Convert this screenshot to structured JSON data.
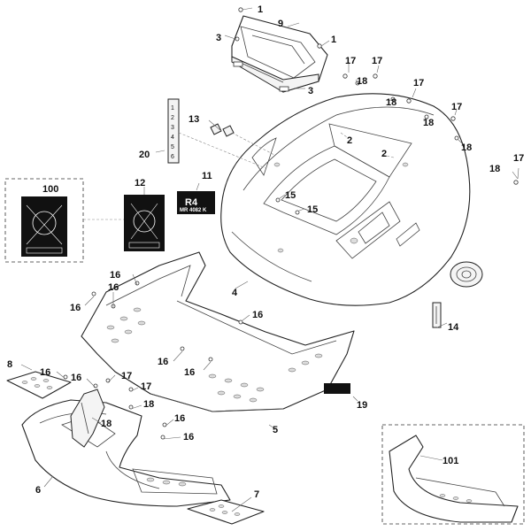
{
  "callouts": {
    "c1a": "1",
    "c1b": "1",
    "c2a": "2",
    "c2b": "2",
    "c3a": "3",
    "c3b": "3",
    "c4": "4",
    "c5": "5",
    "c6": "6",
    "c7": "7",
    "c8": "8",
    "c9": "9",
    "c11": "11",
    "c12": "12",
    "c13": "13",
    "c14": "14",
    "c15a": "15",
    "c15b": "15",
    "c16a": "16",
    "c16b": "16",
    "c16c": "16",
    "c16d": "16",
    "c16e": "16",
    "c16f": "16",
    "c16g": "16",
    "c16h": "16",
    "c16i": "16",
    "c16j": "16",
    "c17a": "17",
    "c17b": "17",
    "c17c": "17",
    "c17d": "17",
    "c17e": "17",
    "c17f": "17",
    "c17g": "17",
    "c18a": "18",
    "c18b": "18",
    "c18c": "18",
    "c18d": "18",
    "c18e": "18",
    "c18f": "18",
    "c18g": "18",
    "c19": "19",
    "c20": "20",
    "c100": "100",
    "c101": "101"
  },
  "decal_11": {
    "logo": "R4",
    "text": "MR 4082 K"
  },
  "strip_20": {
    "marks": [
      "1",
      "2",
      "3",
      "4",
      "5",
      "6"
    ]
  }
}
